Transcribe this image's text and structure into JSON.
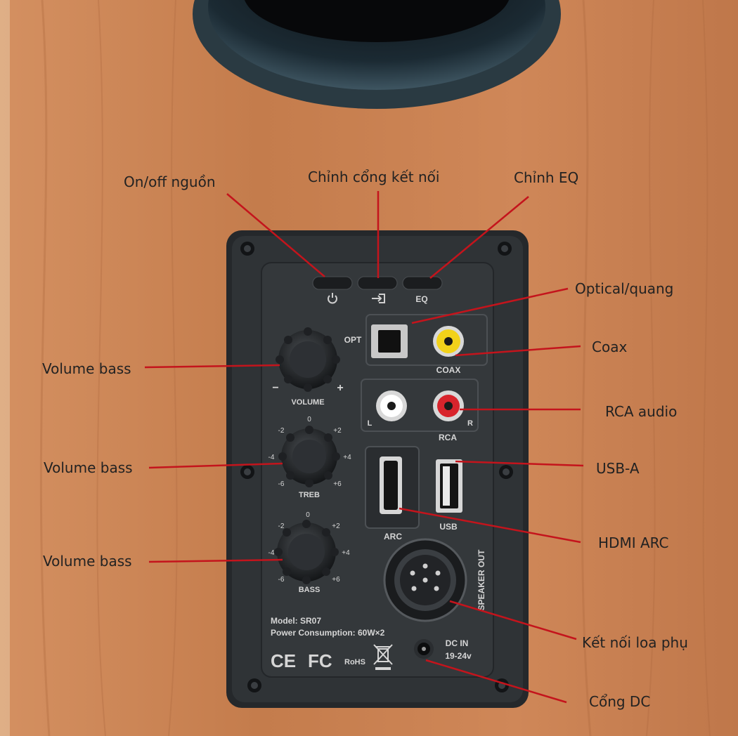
{
  "callouts": {
    "power": "On/off nguồn",
    "input": "Chỉnh cổng kết nối",
    "eq": "Chỉnh EQ",
    "optical": "Optical/quang",
    "coax": "Coax",
    "rca": "RCA audio",
    "usb": "USB-A",
    "hdmi": "HDMI ARC",
    "speaker": "Kết nối loa phụ",
    "dc": "Cổng DC",
    "volume": "Volume bass",
    "treble": "Volume bass",
    "bass": "Volume bass"
  },
  "panel": {
    "button_eq": "EQ",
    "opt": "OPT",
    "coax": "COAX",
    "rca": "RCA",
    "rca_l": "L",
    "rca_r": "R",
    "volume": "VOLUME",
    "volume_minus": "−",
    "volume_plus": "+",
    "treb": "TREB",
    "bass": "BASS",
    "scale_0": "0",
    "scale_m2": "-2",
    "scale_p2": "+2",
    "scale_m4": "-4",
    "scale_p4": "+4",
    "scale_m6": "-6",
    "scale_p6": "+6",
    "arc": "ARC",
    "usb": "USB",
    "speaker_out": "SPEAKER OUT",
    "model": "Model: SR07",
    "power_consumption": "Power Consumption: 60W×2",
    "dc_in": "DC IN",
    "dc_voltage": "19-24v",
    "ce": "CE",
    "fc": "FC",
    "rohs": "RoHS"
  },
  "colors": {
    "wood": "#c98152",
    "panel": "#2f3336",
    "leader_line": "#c4141c",
    "coax_jack": "#f2d21a",
    "rca_right": "#d8242c",
    "rca_left": "#ffffff"
  }
}
